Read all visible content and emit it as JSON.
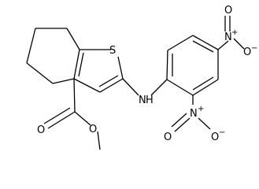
{
  "molecule": {
    "atoms": {
      "S": "S",
      "N_amine": "N",
      "H_amine": "H",
      "N_para": "N",
      "N_para_plus": "+",
      "O_para_top": "O",
      "O_para_minus": "O",
      "O_para_minus_sign": "−",
      "N_ortho": "N",
      "N_ortho_plus": "+",
      "O_ortho_top": "O",
      "O_ortho_minus": "O",
      "O_ortho_minus_sign": "−",
      "O_carbonyl": "O",
      "O_ester": "O"
    }
  }
}
